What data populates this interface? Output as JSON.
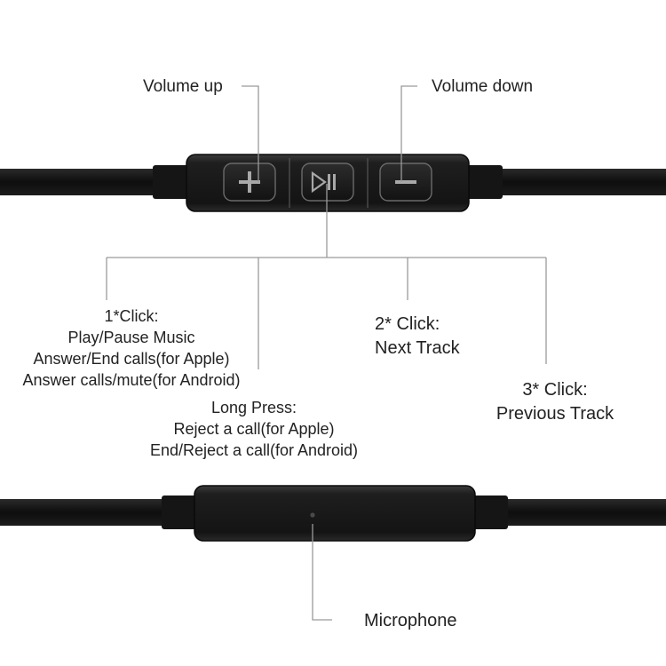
{
  "labels": {
    "volume_up": "Volume up",
    "volume_down": "Volume down",
    "click1": {
      "title": "1*Click:",
      "line1": "Play/Pause Music",
      "line2": "Answer/End calls(for Apple)",
      "line3": "Answer calls/mute(for Android)"
    },
    "click2": {
      "title": "2* Click:",
      "line1": "Next Track"
    },
    "click3": {
      "title": "3* Click:",
      "line1": "Previous Track"
    },
    "long_press": {
      "title": "Long Press:",
      "line1": "Reject a call(for Apple)",
      "line2": "End/Reject a call(for Android)"
    },
    "microphone": "Microphone"
  },
  "icons": {
    "volume_up": "plus-icon",
    "play_pause": "play-pause-icon",
    "volume_down": "minus-icon"
  },
  "colors": {
    "cable": "#111111",
    "remote": "#1c1c1c",
    "leader_line": "#9a9a9a",
    "text": "#222222"
  }
}
